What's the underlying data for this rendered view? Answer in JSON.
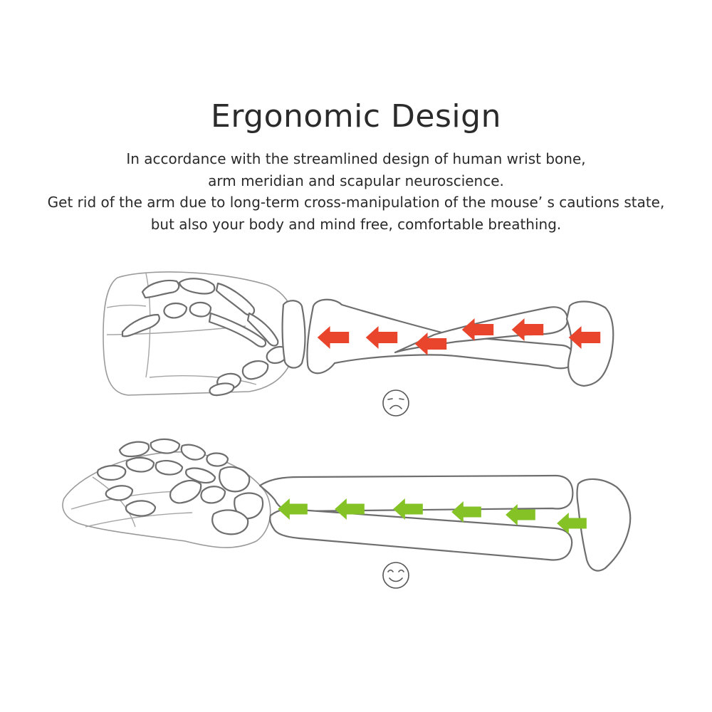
{
  "heading": "Ergonomic Design",
  "description": [
    "In accordance with the streamlined design of  human wrist bone,",
    "arm meridian and scapular neuroscience.",
    "Get rid of the arm due to long-term cross-manipulation of the mouse’  s cautions state,",
    "but also your body and mind free, comfortable breathing."
  ],
  "colors": {
    "bad_arrow": "#e8452c",
    "good_arrow": "#84c225",
    "outline": "#6e6e6e"
  },
  "icons": {
    "sad_face": "sad-face-icon",
    "happy_face": "happy-face-icon"
  }
}
